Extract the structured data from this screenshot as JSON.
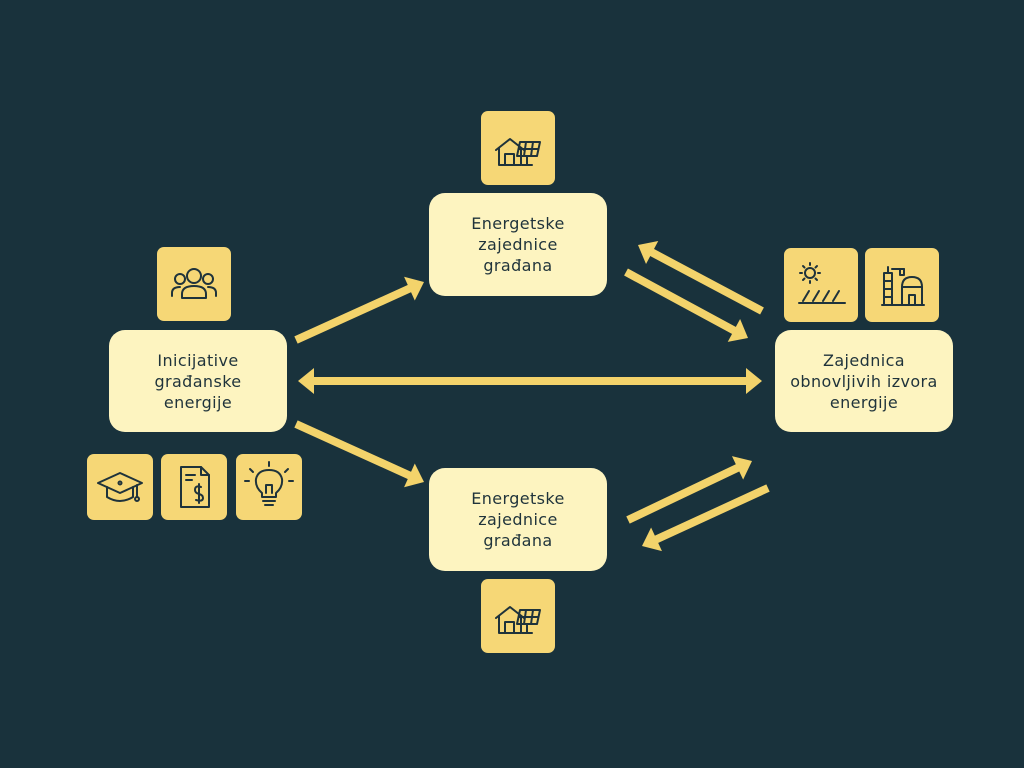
{
  "diagram": {
    "nodes": {
      "citizen_initiatives": "Inicijative\ngrađanske\nenergije",
      "community_top": "Energetske\nzajednice\ngrađana",
      "community_bottom": "Energetske\nzajednice\ngrađana",
      "renewable_community": "Zajednica\nobnovljivih izvora\nenergije"
    },
    "icons": {
      "community_top": "house-solar-panel-icon",
      "community_bottom": "house-solar-panel-icon",
      "citizen_initiatives_top": "people-group-icon",
      "citizen_initiatives_bottom": [
        "graduation-cap-icon",
        "invoice-dollar-icon",
        "light-bulb-icon"
      ],
      "renewable_community": [
        "sun-solar-field-icon",
        "biogas-plant-icon"
      ]
    },
    "edges": [
      {
        "from": "citizen_initiatives",
        "to": "community_top",
        "direction": "forward"
      },
      {
        "from": "citizen_initiatives",
        "to": "community_bottom",
        "direction": "forward"
      },
      {
        "from": "citizen_initiatives",
        "to": "renewable_community",
        "direction": "both"
      },
      {
        "from": "community_top",
        "to": "renewable_community",
        "direction": "forward"
      },
      {
        "from": "renewable_community",
        "to": "community_top",
        "direction": "forward"
      },
      {
        "from": "community_bottom",
        "to": "renewable_community",
        "direction": "forward"
      },
      {
        "from": "renewable_community",
        "to": "community_bottom",
        "direction": "forward"
      }
    ],
    "colors": {
      "background": "#19323c",
      "node_fill": "#fdf4c0",
      "icon_fill": "#f6d776",
      "arrow": "#f3d36b",
      "text": "#1f333b"
    }
  }
}
